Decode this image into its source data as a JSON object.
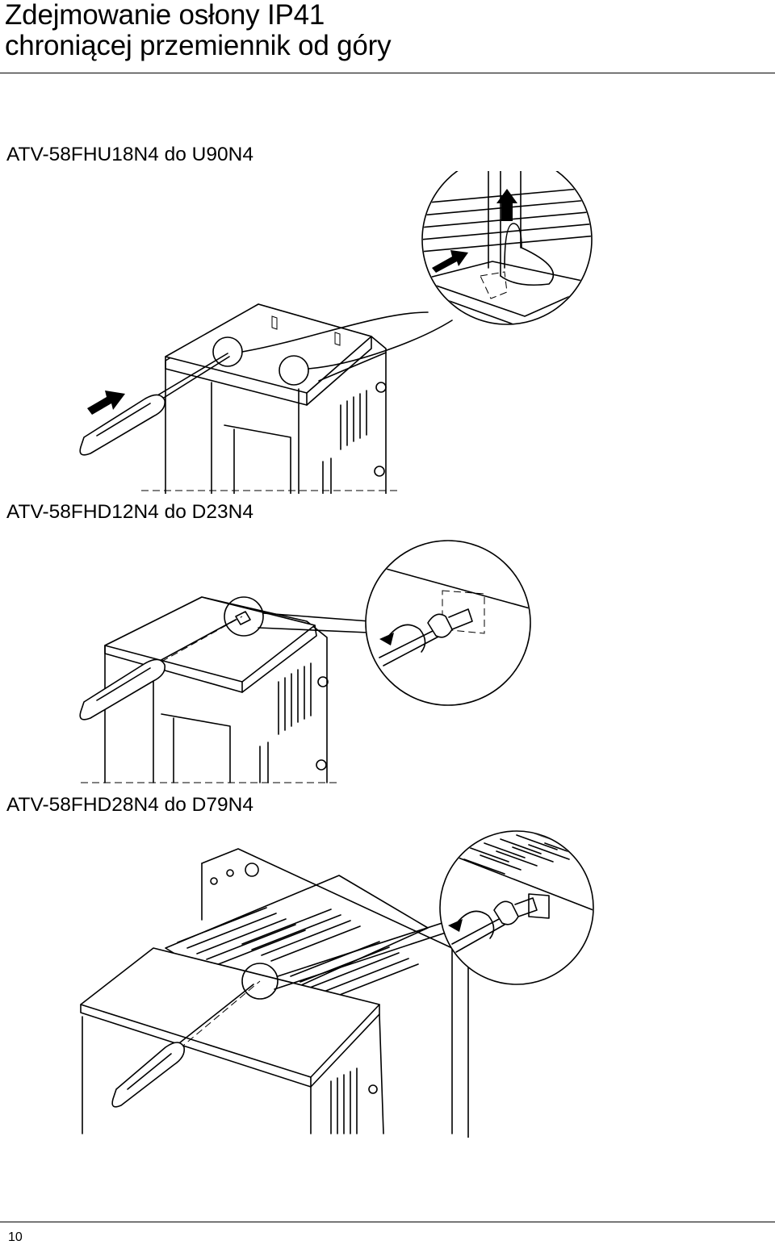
{
  "header": {
    "title_line1": "Zdejmowanie osłony IP41",
    "title_line2": "chroniącej przemiennik od góry"
  },
  "sections": [
    {
      "label": "ATV-58FHU18N4 do U90N4"
    },
    {
      "label": "ATV-58FHD12N4 do D23N4"
    },
    {
      "label": "ATV-58FHD28N4 do D79N4"
    }
  ],
  "footer": {
    "page_number": "10"
  },
  "icons": [
    "screwdriver-icon",
    "push-arrow-icon",
    "lift-arrow-icon",
    "rotate-arrow-icon",
    "screw-icon"
  ]
}
